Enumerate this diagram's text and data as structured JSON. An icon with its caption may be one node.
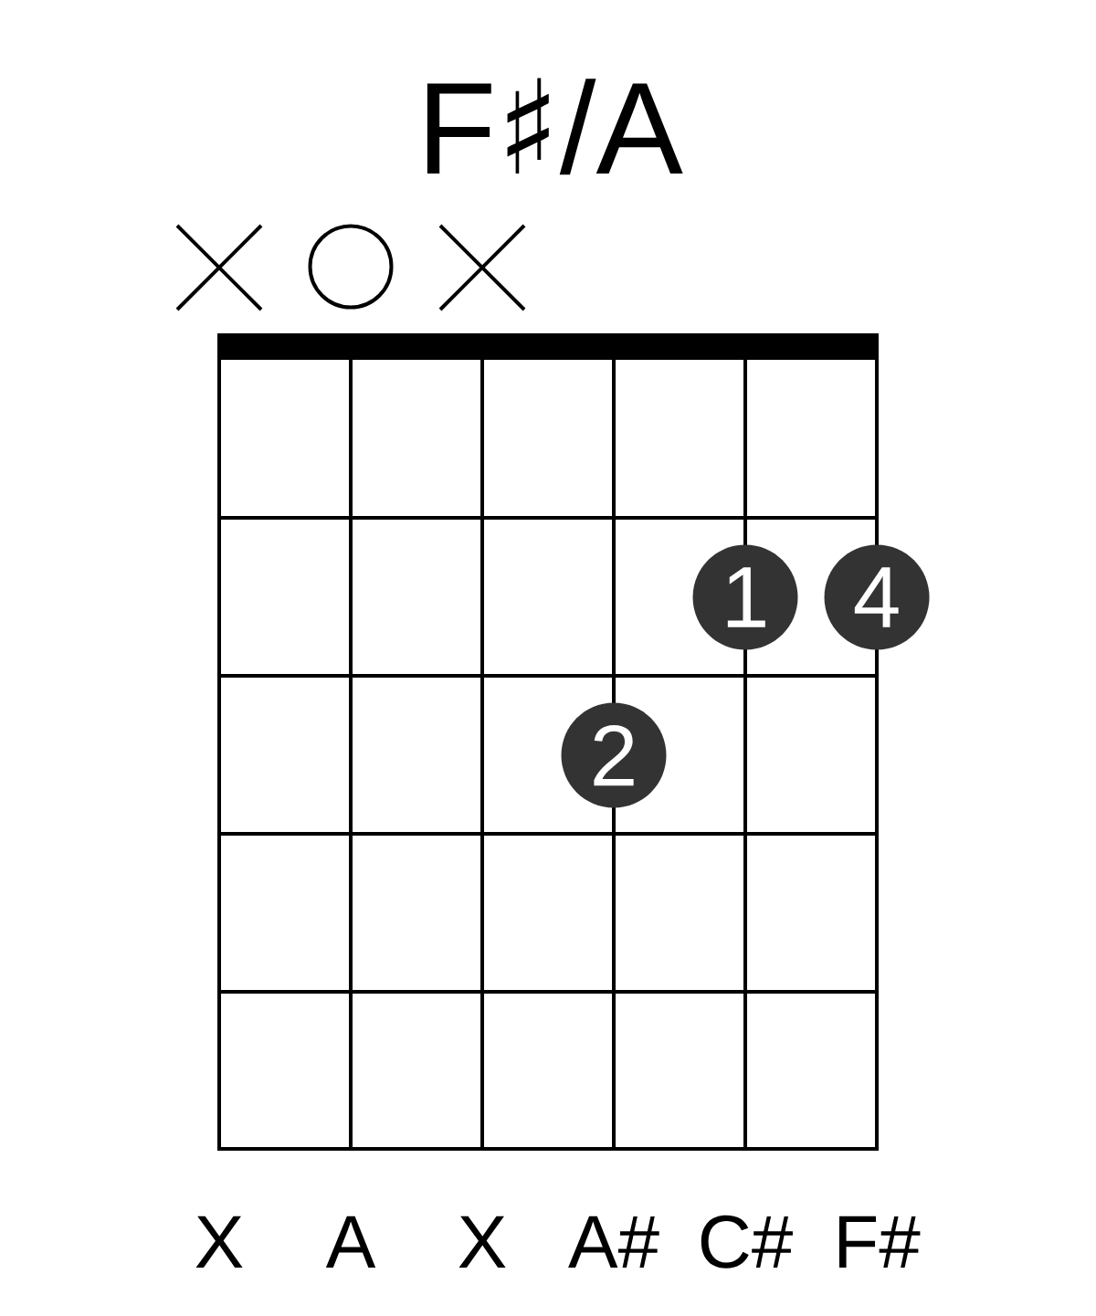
{
  "diagram": {
    "title": "F♯/A",
    "nodes": [
      {
        "text": [],
        "shape": "cross"
      },
      {
        "text": [],
        "shape": "circle"
      },
      {
        "text": [],
        "shape": "cross"
      },
      {
        "text": [
          "1"
        ]
      },
      {
        "text": [
          "4"
        ]
      },
      {
        "text": [
          "2"
        ]
      }
    ],
    "labels": [
      "X",
      "A",
      "X",
      "A#",
      "C#",
      "F#"
    ]
  }
}
